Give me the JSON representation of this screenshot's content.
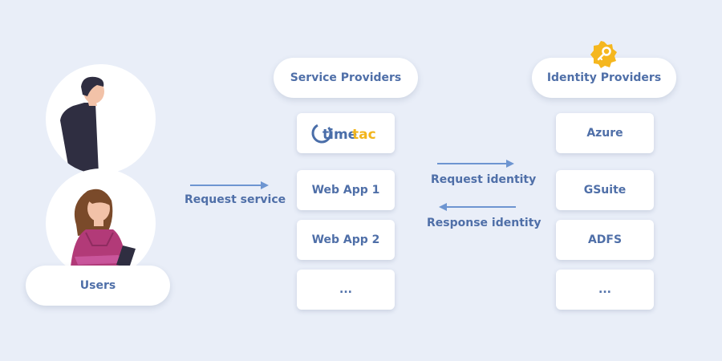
{
  "users": {
    "label": "Users"
  },
  "flows": {
    "request_service": "Request service",
    "request_identity": "Request identity",
    "response_identity": "Response identity"
  },
  "service_providers": {
    "title": "Service Providers",
    "logo_text": "timetac",
    "items": [
      "Web App 1",
      "Web App 2",
      "..."
    ]
  },
  "identity_providers": {
    "title": "Identity Providers",
    "badge_icon": "key-icon",
    "items": [
      "Azure",
      "GSuite",
      "ADFS",
      "..."
    ]
  },
  "colors": {
    "background": "#e9eef8",
    "text": "#4f6fa8",
    "arrow": "#6d95d1",
    "badge": "#f5b71f",
    "logo_blue": "#4a6ea9",
    "logo_yellow": "#f2b51c"
  }
}
